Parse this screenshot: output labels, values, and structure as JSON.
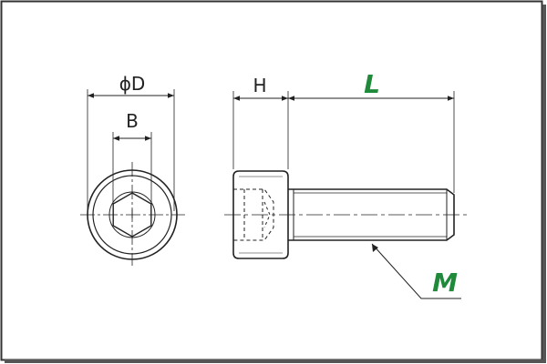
{
  "labels": {
    "diameter": "ϕD",
    "hex_width": "B",
    "head_height": "H",
    "length": "L",
    "thread": "M"
  },
  "colors": {
    "border": "#333333",
    "line": "#222222",
    "accent": "#1f8a3a",
    "background": "#ffffff"
  }
}
